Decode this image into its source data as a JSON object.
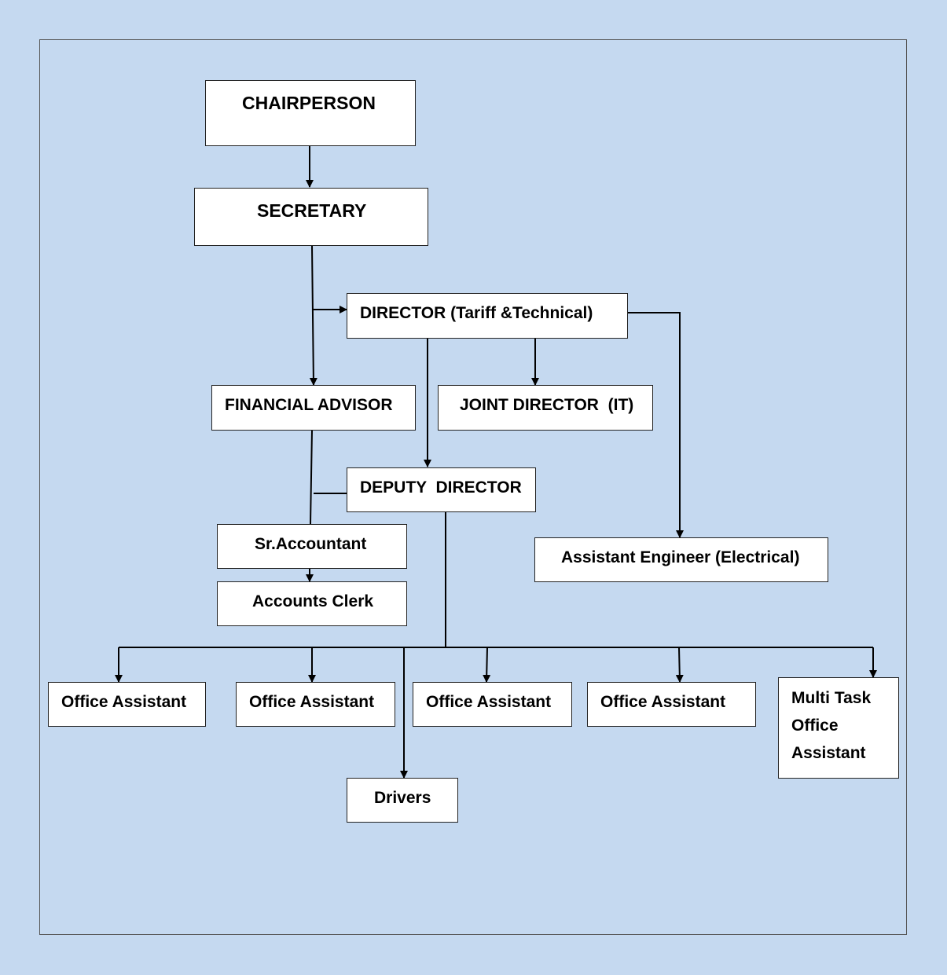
{
  "colors": {
    "background": "#c5d9f0",
    "box_fill": "#ffffff",
    "box_border": "#222222",
    "connector": "#000000"
  },
  "nodes": {
    "chairperson": "CHAIRPERSON",
    "secretary": "SECRETARY",
    "director": "DIRECTOR (Tariff &Technical)",
    "financial_advisor": "FINANCIAL ADVISOR",
    "joint_director": "JOINT DIRECTOR  (IT)",
    "deputy_director": "DEPUTY  DIRECTOR",
    "assistant_engineer": "Assistant Engineer (Electrical)",
    "sr_accountant": "Sr.Accountant",
    "accounts_clerk": "Accounts Clerk",
    "office_assistants": [
      "Office Assistant",
      "Office Assistant",
      "Office Assistant",
      "Office Assistant"
    ],
    "multi_task": "Multi Task\nOffice\nAssistant",
    "drivers": "Drivers"
  }
}
